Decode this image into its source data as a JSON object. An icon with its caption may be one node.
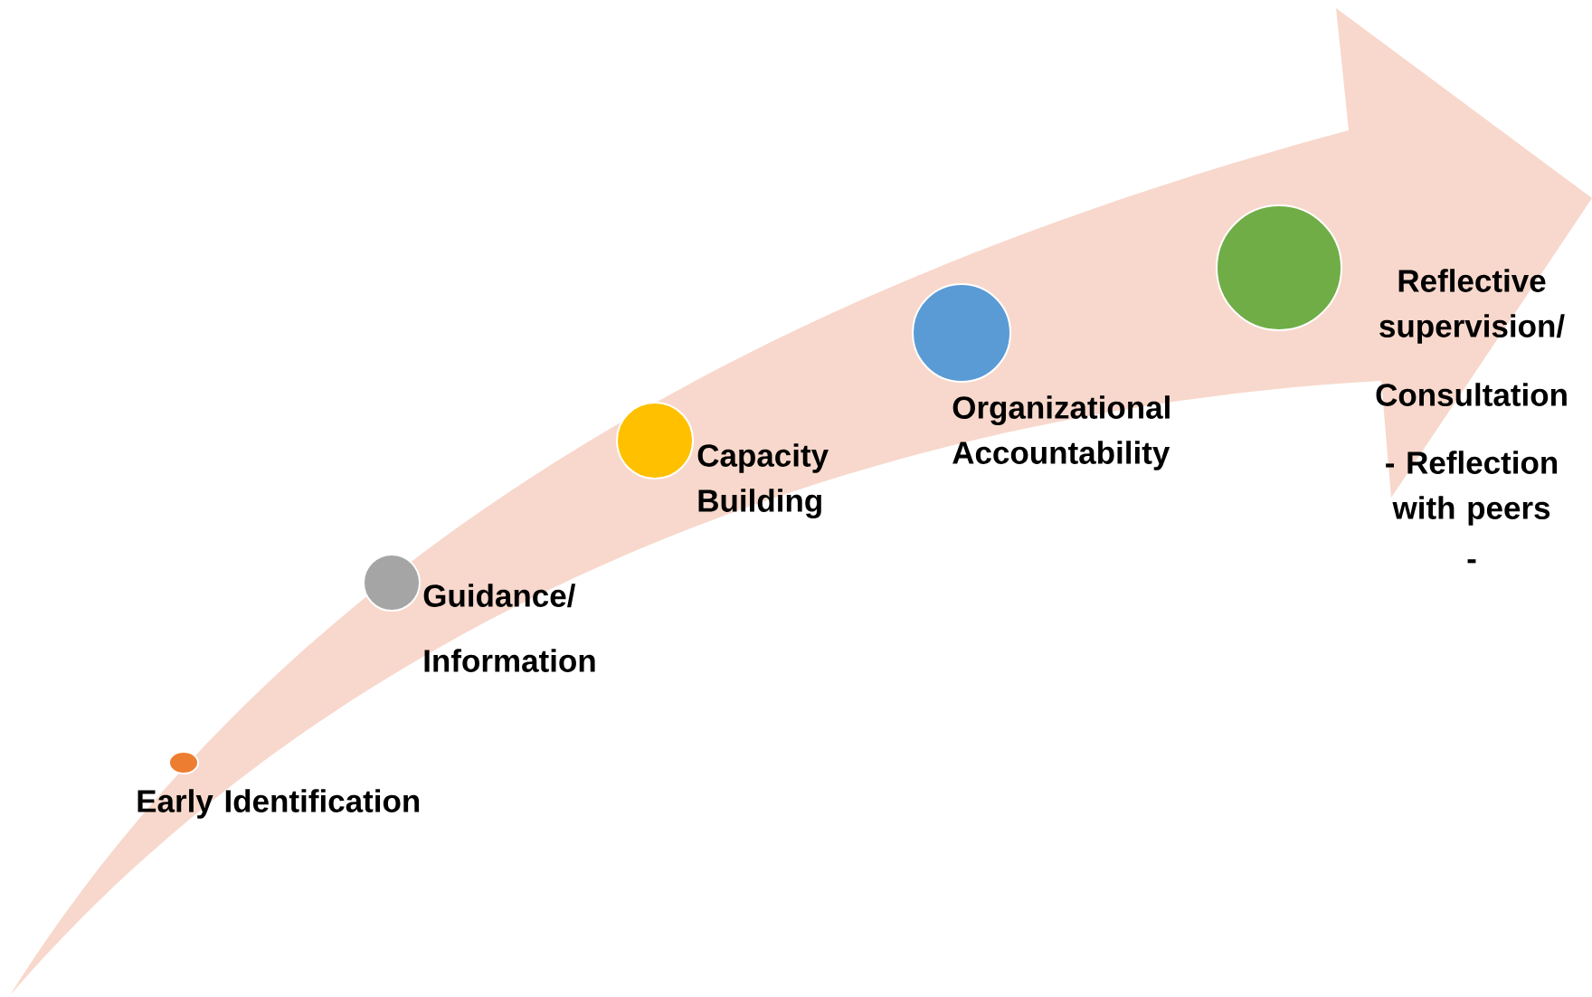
{
  "diagram": {
    "nodes": [
      {
        "text": [],
        "shape": "circle",
        "beside": [
          "Early Identification"
        ]
      },
      {
        "text": [],
        "shape": "circle",
        "beside": [
          "Guidance/",
          "Information"
        ]
      },
      {
        "text": [],
        "shape": "circle",
        "beside": [
          "Capacity Building"
        ]
      },
      {
        "text": [],
        "shape": "circle",
        "beside": [
          "Organizational Accountability"
        ]
      },
      {
        "text": [],
        "shape": "circle",
        "beside": [
          "Reflective supervision/",
          "Consultation",
          "- Reflection with peers",
          "-"
        ]
      }
    ]
  }
}
